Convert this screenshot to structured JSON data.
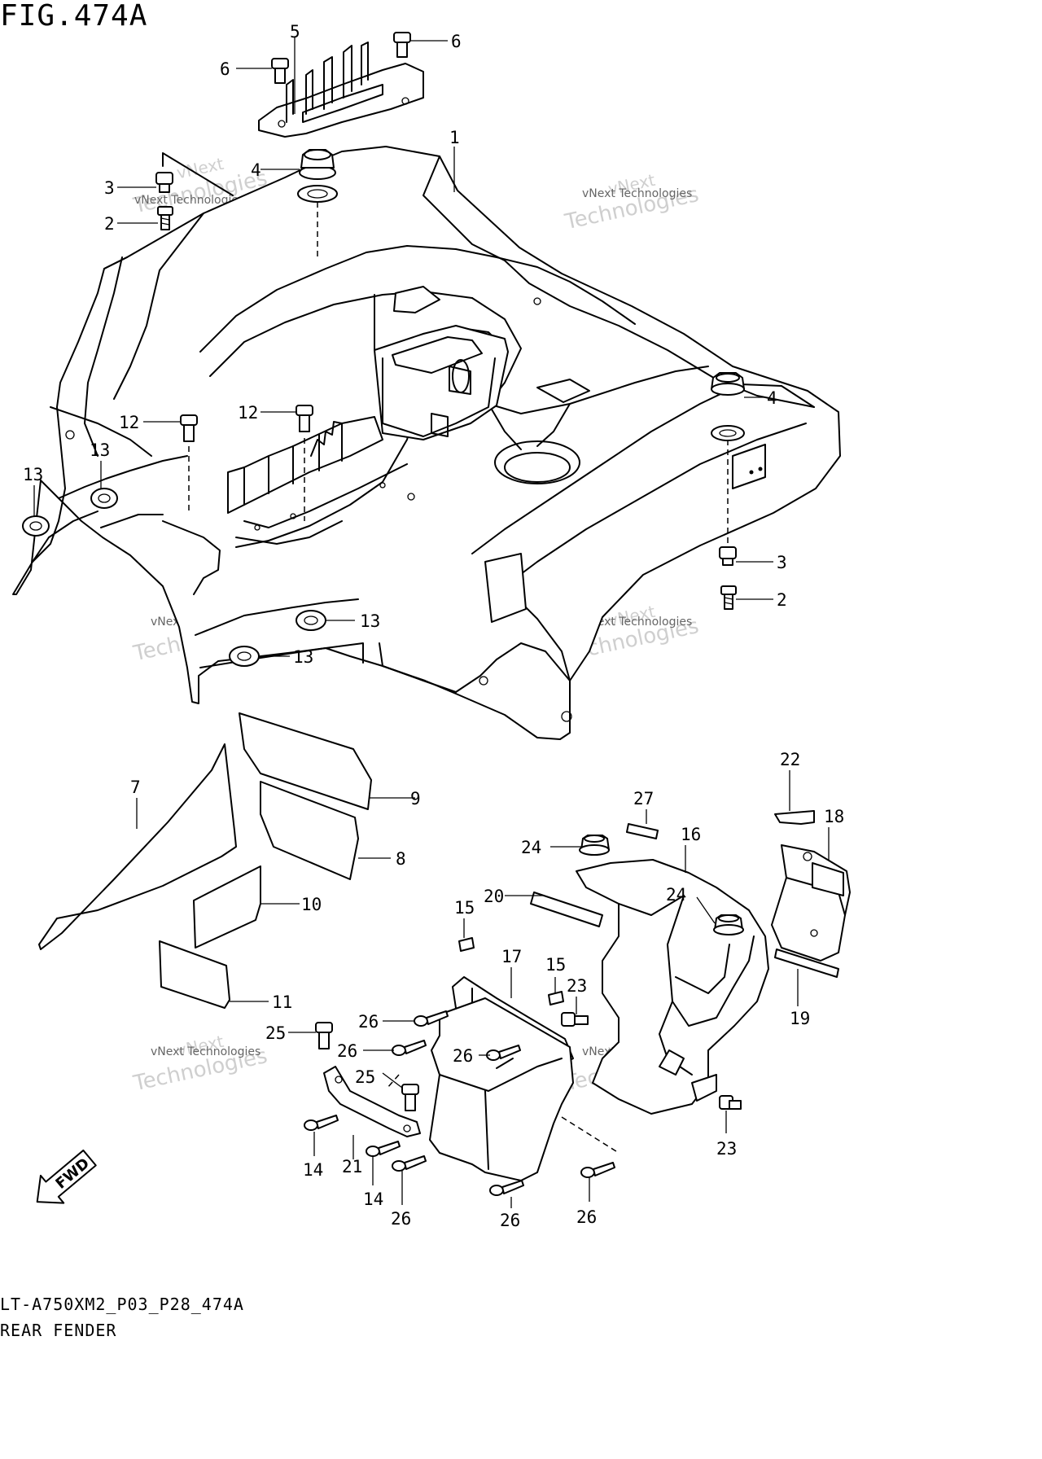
{
  "figure": {
    "title": "FIG.474A",
    "code": "LT-A750XM2_P03_P28_474A",
    "description": "REAR FENDER"
  },
  "watermark": {
    "line1": "vNext Technologies",
    "line2": "vNext",
    "line3": "Technologies"
  },
  "direction_badge": {
    "label": "FWD",
    "icon": "arrow-fwd-icon"
  },
  "callouts": [
    "1",
    "2",
    "3",
    "4",
    "5",
    "6",
    "7",
    "8",
    "9",
    "10",
    "11",
    "12",
    "13",
    "14",
    "15",
    "16",
    "17",
    "18",
    "19",
    "20",
    "21",
    "22",
    "23",
    "24",
    "25",
    "26",
    "27"
  ]
}
